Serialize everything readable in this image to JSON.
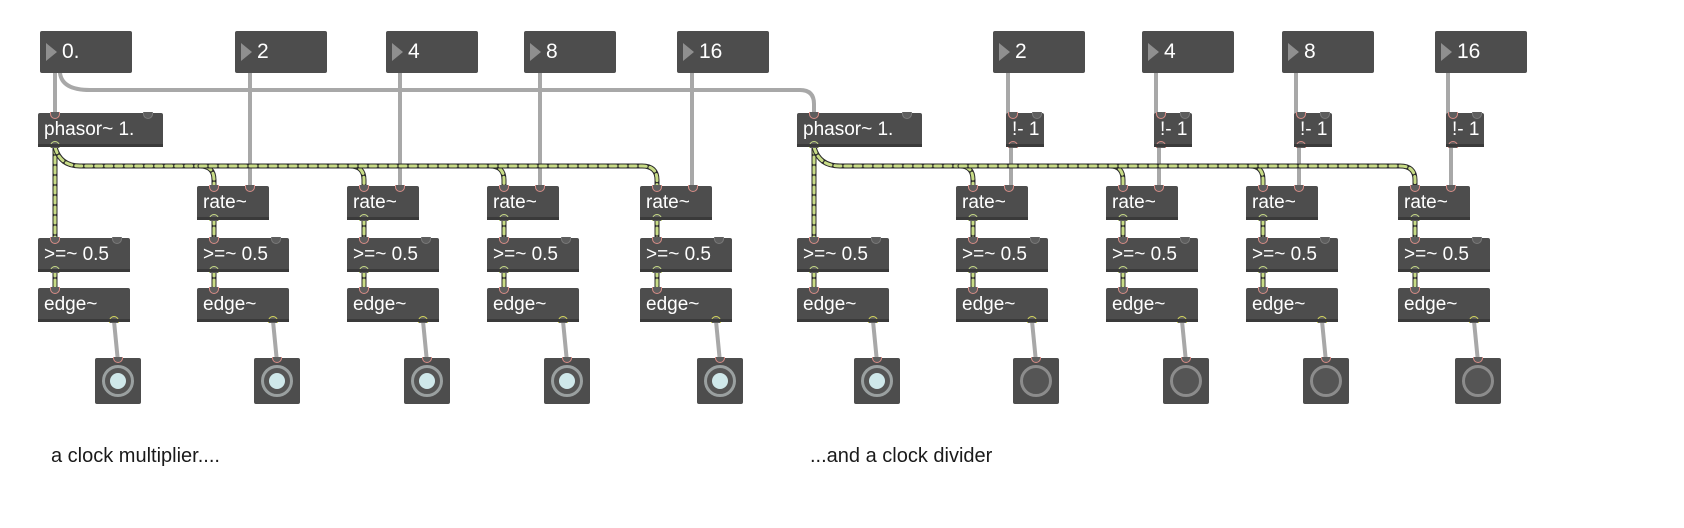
{
  "patch": {
    "multiplier": {
      "number_boxes": [
        "0.",
        "2",
        "4",
        "8",
        "16"
      ],
      "phasor_label": "phasor~ 1.",
      "rate_label": "rate~",
      "compare_label": ">=~ 0.5",
      "edge_label": "edge~",
      "comment": "a clock multiplier...."
    },
    "divider": {
      "number_boxes": [
        "2",
        "4",
        "8",
        "16"
      ],
      "phasor_label": "phasor~ 1.",
      "divide_label": "!- 1",
      "rate_label": "rate~",
      "compare_label": ">=~ 0.5",
      "edge_label": "edge~",
      "comment": "...and a clock divider"
    },
    "bang_states": [
      "on",
      "on",
      "on",
      "on",
      "on",
      "on",
      "off",
      "off",
      "off",
      "off"
    ],
    "colors": {
      "object_fill": "#4d4d4d",
      "patch_cord": "#a8a8a8",
      "signal_cord_stripe": "#c8dc86",
      "inlet_outline": "#d98d87",
      "bang_flash": "#cfe8ea"
    }
  }
}
